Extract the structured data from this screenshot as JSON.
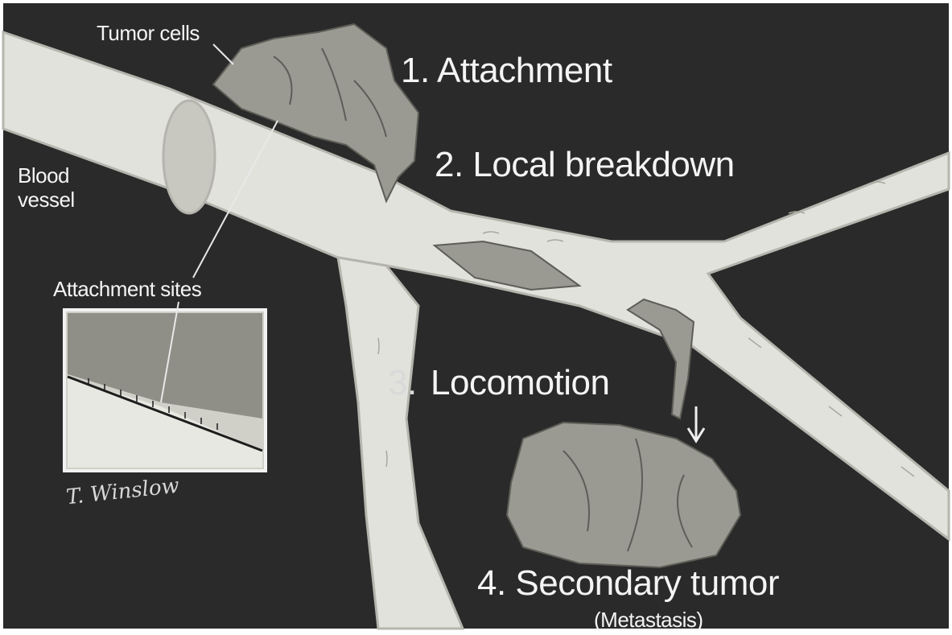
{
  "labels": {
    "tumor_cells": "Tumor cells",
    "blood_vessel_line1": "Blood",
    "blood_vessel_line2": "vessel",
    "attachment_sites": "Attachment sites",
    "step1": "1. Attachment",
    "step2": "2. Local breakdown",
    "step3_number": "3.",
    "step3_text": "Locomotion",
    "step4": "4. Secondary tumor",
    "step4_sub": "(Metastasis)"
  },
  "signature": "T. Winslow",
  "colors": {
    "background": "#2a2a2a",
    "vessel": "#e2e2dc",
    "vessel_edge": "#b5b5ae",
    "tumor": "#9a9a92",
    "label_text": "#f4f4f4"
  }
}
